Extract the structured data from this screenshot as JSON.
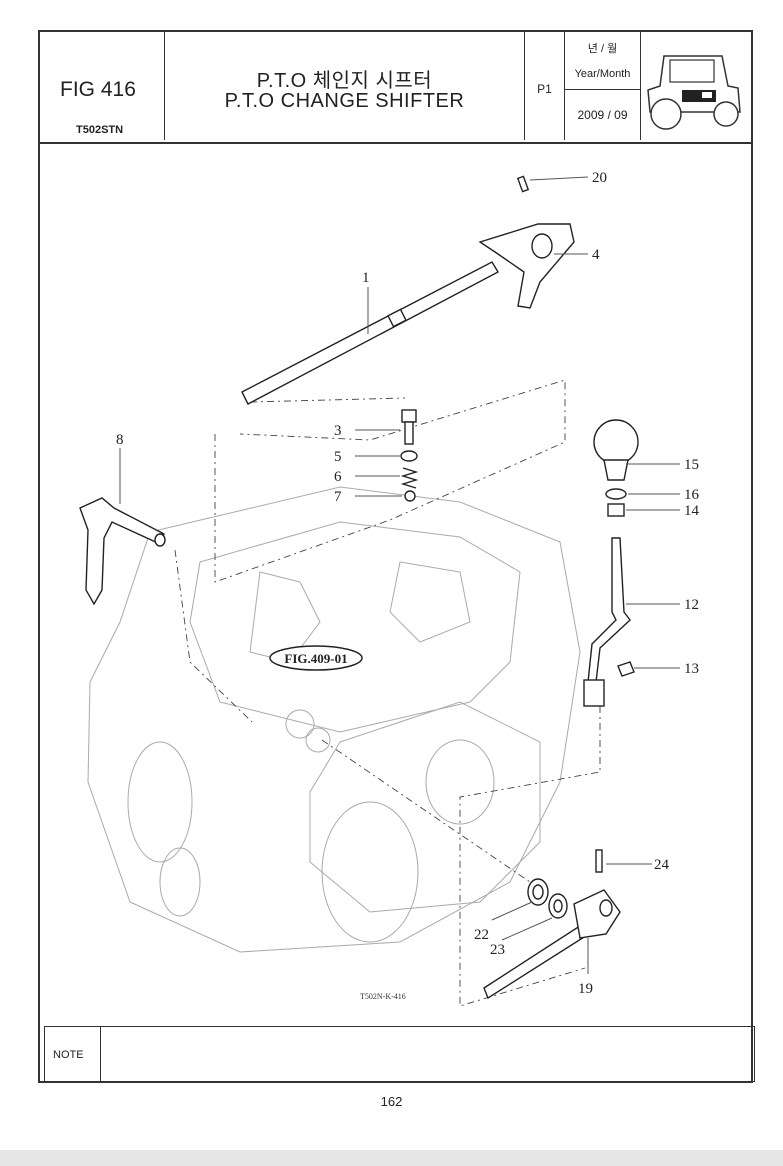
{
  "header": {
    "fig_no": "FIG 416",
    "model": "T502STN",
    "title_ko": "P.T.O 체인지 시프터",
    "title_en": "P.T.O CHANGE SHIFTER",
    "page_code": "P1",
    "date_label_ko": "년 / 월",
    "date_label_en": "Year/Month",
    "date_value": "2009 / 09"
  },
  "diagram": {
    "reference": "FIG.409-01",
    "drawing_code": "T502N-K-416",
    "callouts": [
      "20",
      "4",
      "1",
      "3",
      "5",
      "6",
      "7",
      "8",
      "15",
      "16",
      "14",
      "12",
      "13",
      "24",
      "22",
      "23",
      "19"
    ]
  },
  "note_label": "NOTE",
  "page_number": "162"
}
